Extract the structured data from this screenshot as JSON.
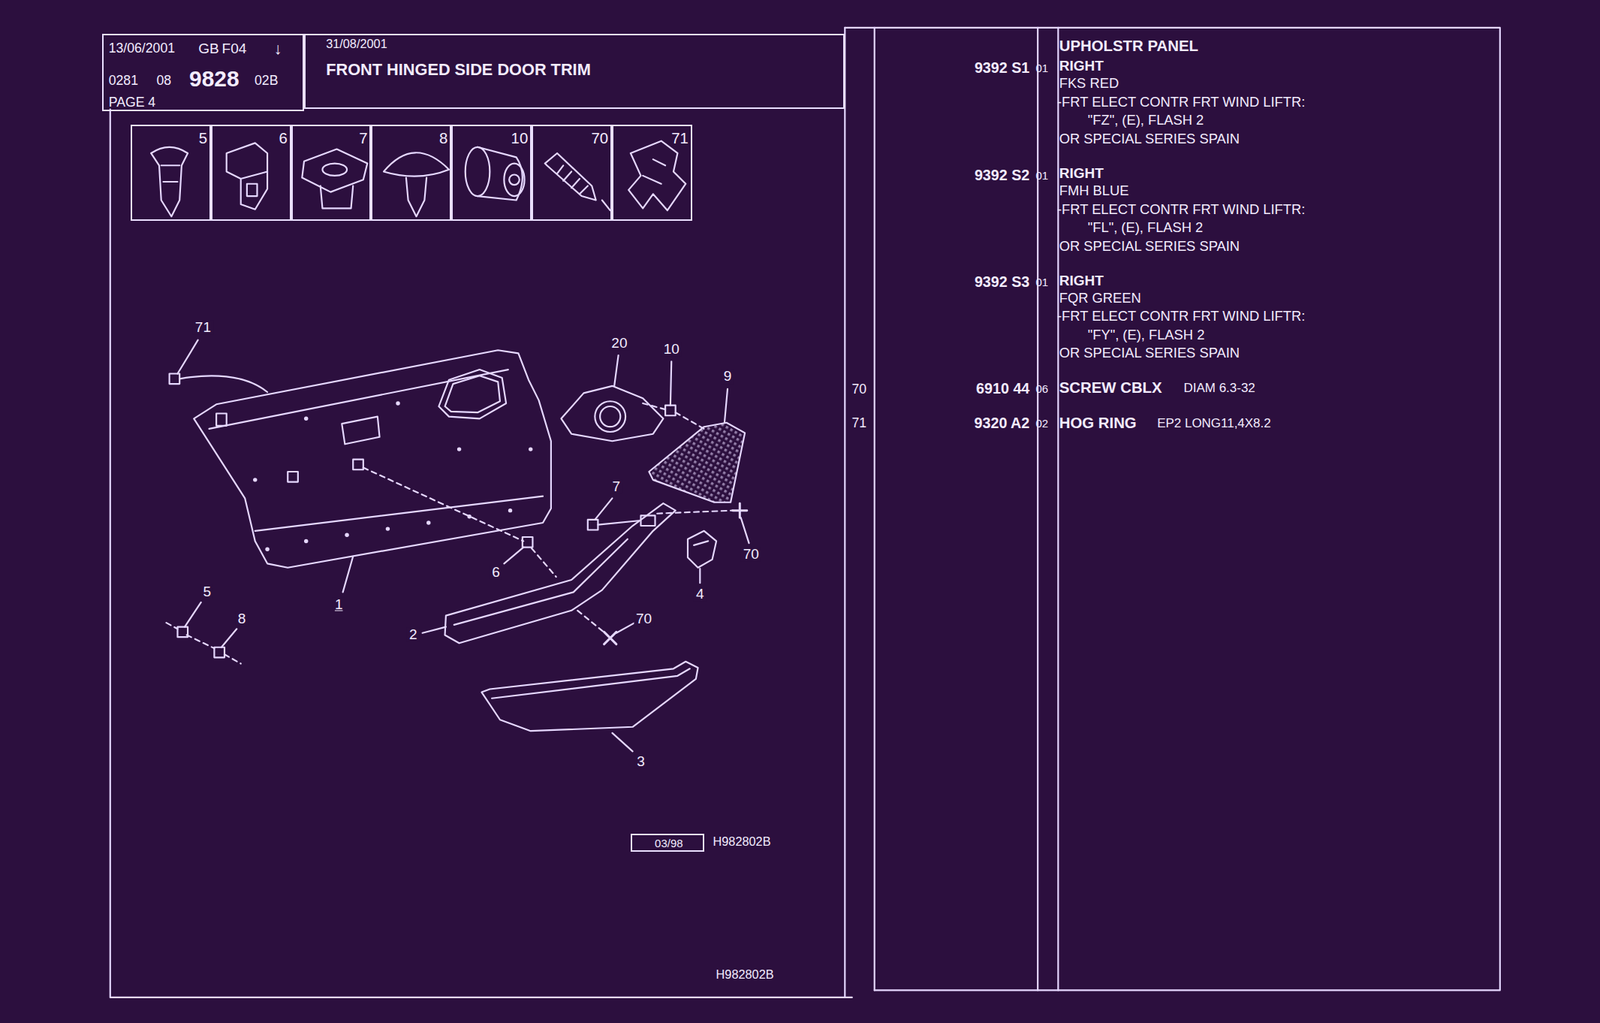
{
  "diagram": {
    "nodes": [
      {
        "text": [
          "13/06/2001",
          "GB",
          "F04",
          "↓",
          "0281",
          "08",
          "9828",
          "02B",
          "PAGE 4"
        ]
      },
      {
        "text": [
          "31/08/2001",
          "FRONT HINGED SIDE DOOR TRIM"
        ]
      },
      {
        "text": [
          "5"
        ]
      },
      {
        "text": [
          "6"
        ]
      },
      {
        "text": [
          "7"
        ]
      },
      {
        "text": [
          "8"
        ]
      },
      {
        "text": [
          "10"
        ]
      },
      {
        "text": [
          "70"
        ]
      },
      {
        "text": [
          "71"
        ]
      },
      {
        "text": [
          "03/98"
        ]
      }
    ],
    "labels": [
      "71",
      "20",
      "10",
      "9",
      "7",
      "70",
      "4",
      "6",
      "70",
      "5",
      "8",
      "1",
      "2",
      "3",
      "H982802B",
      "H982802B",
      "UPHOLSTR PANEL",
      "9392 S1",
      "01",
      "RIGHT",
      "FKS RED",
      "-FRT ELECT CONTR FRT WIND LIFTR:",
      "\"FZ\", (E), FLASH 2",
      "OR SPECIAL SERIES SPAIN",
      "9392 S2",
      "01",
      "RIGHT",
      "FMH BLUE",
      "-FRT ELECT CONTR FRT WIND LIFTR:",
      "\"FL\", (E), FLASH 2",
      "OR SPECIAL SERIES SPAIN",
      "9392 S3",
      "01",
      "RIGHT",
      "FQR GREEN",
      "-FRT ELECT CONTR FRT WIND LIFTR:",
      "\"FY\", (E), FLASH 2",
      "OR SPECIAL SERIES SPAIN",
      "70",
      "6910 44",
      "06",
      "SCREW CBLX",
      "DIAM 6.3-32",
      "71",
      "9320 A2",
      "02",
      "HOG RING",
      "EP2 LONG11,4X8.2"
    ]
  }
}
